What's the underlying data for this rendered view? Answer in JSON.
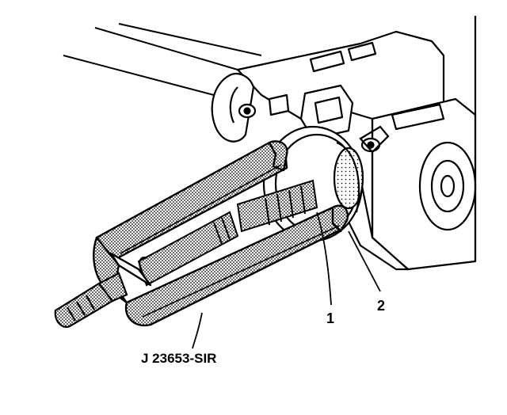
{
  "diagram": {
    "tool_label": "J  23653-SIR",
    "callouts": [
      {
        "id": "1",
        "text": "1"
      },
      {
        "id": "2",
        "text": "2"
      }
    ],
    "colors": {
      "ink": "#000000",
      "background": "#ffffff",
      "stipple": "#000000"
    }
  }
}
